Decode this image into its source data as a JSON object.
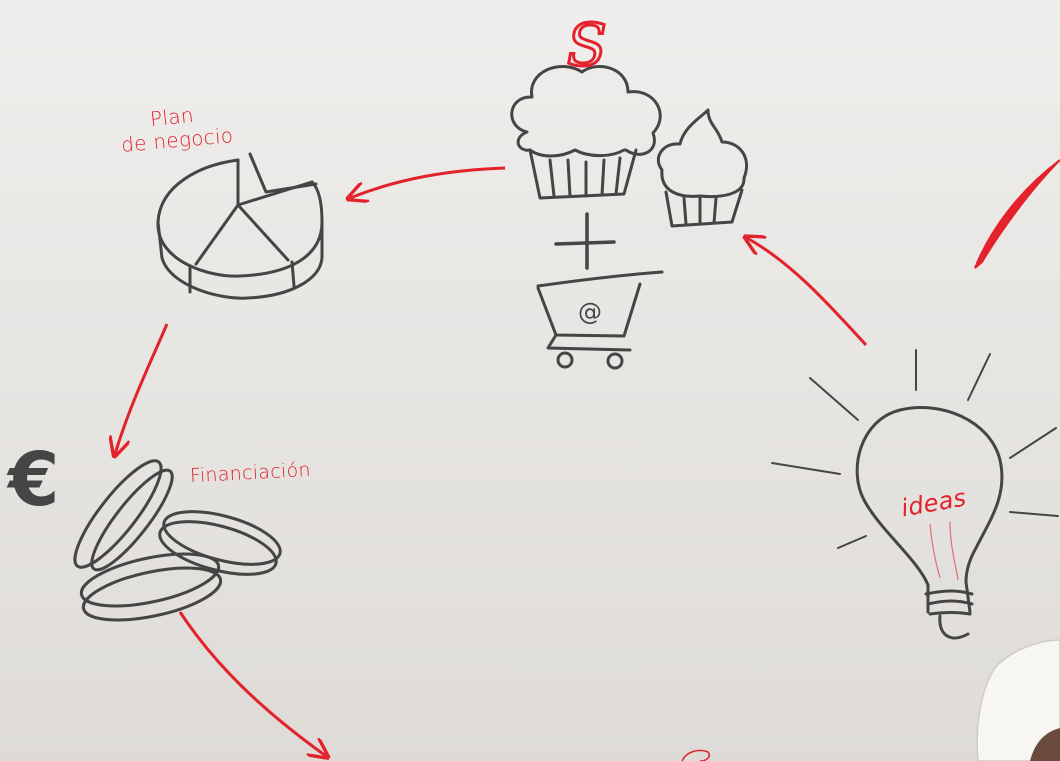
{
  "labels": {
    "plan_line1": "Plan",
    "plan_line2": "de negocio",
    "financiacion": "Financiación",
    "ideas": "ideas"
  },
  "symbols": {
    "euro": "€",
    "at": "@",
    "logo_letter": "S"
  },
  "colors": {
    "background": "#e8e6e3",
    "ink": "#454545",
    "accent": "#e3222b"
  },
  "icons": [
    "cupcake-icon",
    "small-cupcake-icon",
    "shopping-cart-icon",
    "pie-chart-icon",
    "coins-icon",
    "euro-icon",
    "lightbulb-icon",
    "checkmark-icon",
    "chef-hat-icon"
  ]
}
